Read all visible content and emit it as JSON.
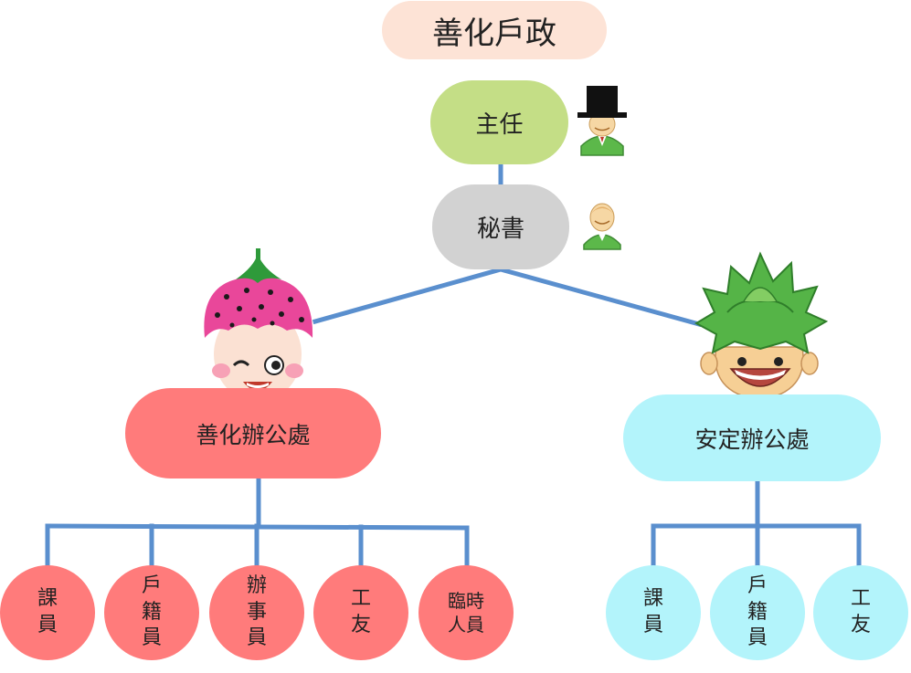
{
  "title": "善化戶政",
  "director": {
    "label": "主任"
  },
  "secretary": {
    "label": "秘書"
  },
  "offices": [
    {
      "name": "善化辦公處",
      "color": "#ff7b7b",
      "staff": [
        {
          "label": "課員"
        },
        {
          "label": "戶籍員"
        },
        {
          "label": "辦事員"
        },
        {
          "label": "工友"
        },
        {
          "label": "臨時人員"
        }
      ]
    },
    {
      "name": "安定辦公處",
      "color": "#b3f4fb",
      "staff": [
        {
          "label": "課員"
        },
        {
          "label": "戶籍員"
        },
        {
          "label": "工友"
        }
      ]
    }
  ],
  "colors": {
    "title_bg": "#fde3d6",
    "director_bg": "#c4de86",
    "secretary_bg": "#d2d2d2",
    "line": "#5a8fce"
  },
  "icons": [
    "top-hat-user-icon",
    "user-icon",
    "strawberry-mascot-icon",
    "leafy-mascot-icon"
  ]
}
